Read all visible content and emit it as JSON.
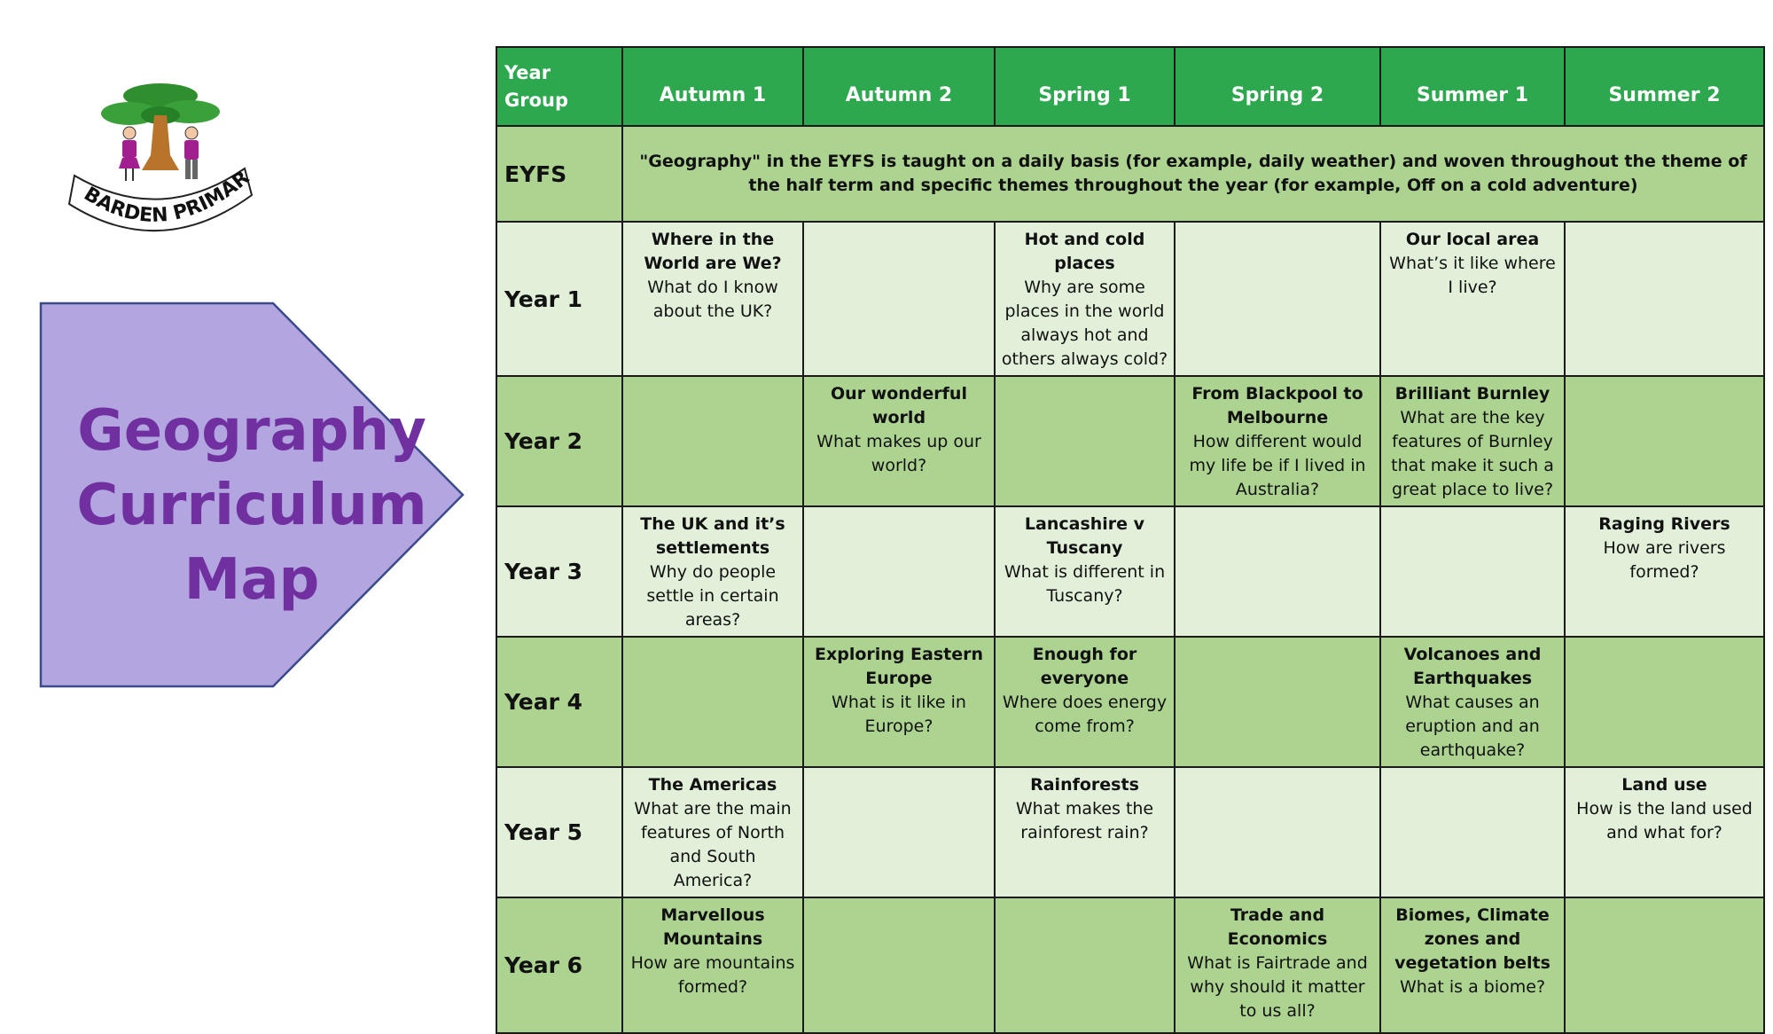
{
  "logo": {
    "text": "BARDEN PRIMARY"
  },
  "banner": {
    "lines": [
      "Geography",
      "Curriculum",
      "Map"
    ],
    "fill_color": "#b3a6e0",
    "text_color": "#7030a0"
  },
  "table": {
    "header": {
      "year_group": [
        "Year",
        "Group"
      ],
      "terms": [
        "Autumn 1",
        "Autumn 2",
        "Spring 1",
        "Spring 2",
        "Summer 1",
        "Summer 2"
      ]
    },
    "eyfs": {
      "label": "EYFS",
      "text": "\"Geography\" in the EYFS is taught on a daily basis (for example, daily weather) and woven throughout the theme of the half term and specific themes throughout the year (for example, Off on a cold adventure)"
    },
    "rows": [
      {
        "label": "Year 1",
        "cells": [
          {
            "title": "Where in the World are We?",
            "question": "What do I know about the UK?"
          },
          {
            "title": "",
            "question": ""
          },
          {
            "title": "Hot and cold places",
            "question": "Why are some places in the world always hot and others always cold?"
          },
          {
            "title": "",
            "question": ""
          },
          {
            "title": "Our local area",
            "question": "What’s it like where I live?"
          },
          {
            "title": "",
            "question": ""
          }
        ]
      },
      {
        "label": "Year 2",
        "cells": [
          {
            "title": "",
            "question": ""
          },
          {
            "title": "Our wonderful world",
            "question": "What makes up our world?"
          },
          {
            "title": "",
            "question": ""
          },
          {
            "title": "From Blackpool to Melbourne",
            "question": "How different would my life be if I lived in Australia?"
          },
          {
            "title": "Brilliant Burnley",
            "question": "What are the key features of Burnley that make it such a great place to live?"
          },
          {
            "title": "",
            "question": ""
          }
        ]
      },
      {
        "label": "Year 3",
        "cells": [
          {
            "title": "The UK and it’s settlements",
            "question": "Why do people settle in certain areas?"
          },
          {
            "title": "",
            "question": ""
          },
          {
            "title": "Lancashire v Tuscany",
            "question": "What is different in Tuscany?"
          },
          {
            "title": "",
            "question": ""
          },
          {
            "title": "",
            "question": ""
          },
          {
            "title": "Raging Rivers",
            "question": "How are rivers formed?"
          }
        ]
      },
      {
        "label": "Year 4",
        "cells": [
          {
            "title": "",
            "question": ""
          },
          {
            "title": "Exploring Eastern Europe",
            "question": "What is it like in Europe?"
          },
          {
            "title": "Enough for everyone",
            "question": "Where does energy come from?"
          },
          {
            "title": "",
            "question": ""
          },
          {
            "title": "Volcanoes and Earthquakes",
            "question": "What causes an eruption and an earthquake?"
          },
          {
            "title": "",
            "question": ""
          }
        ]
      },
      {
        "label": "Year 5",
        "cells": [
          {
            "title": "The Americas",
            "question": "What are the main features of North and South America?"
          },
          {
            "title": "",
            "question": ""
          },
          {
            "title": "Rainforests",
            "question": "What makes the rainforest rain?"
          },
          {
            "title": "",
            "question": ""
          },
          {
            "title": "",
            "question": ""
          },
          {
            "title": "Land use",
            "question": "How is the land used and what for?"
          }
        ]
      },
      {
        "label": "Year 6",
        "cells": [
          {
            "title": "Marvellous Mountains",
            "question": "How are mountains formed?"
          },
          {
            "title": "",
            "question": ""
          },
          {
            "title": "",
            "question": ""
          },
          {
            "title": "Trade and Economics",
            "question": "What is Fairtrade and why should it matter to us all?"
          },
          {
            "title": "Biomes, Climate zones and vegetation belts",
            "question": "What is a biome?"
          },
          {
            "title": "",
            "question": ""
          }
        ]
      }
    ],
    "colors": {
      "header": "#2ea84f",
      "row_dark": "#add391",
      "row_light": "#e2f0d9"
    }
  }
}
